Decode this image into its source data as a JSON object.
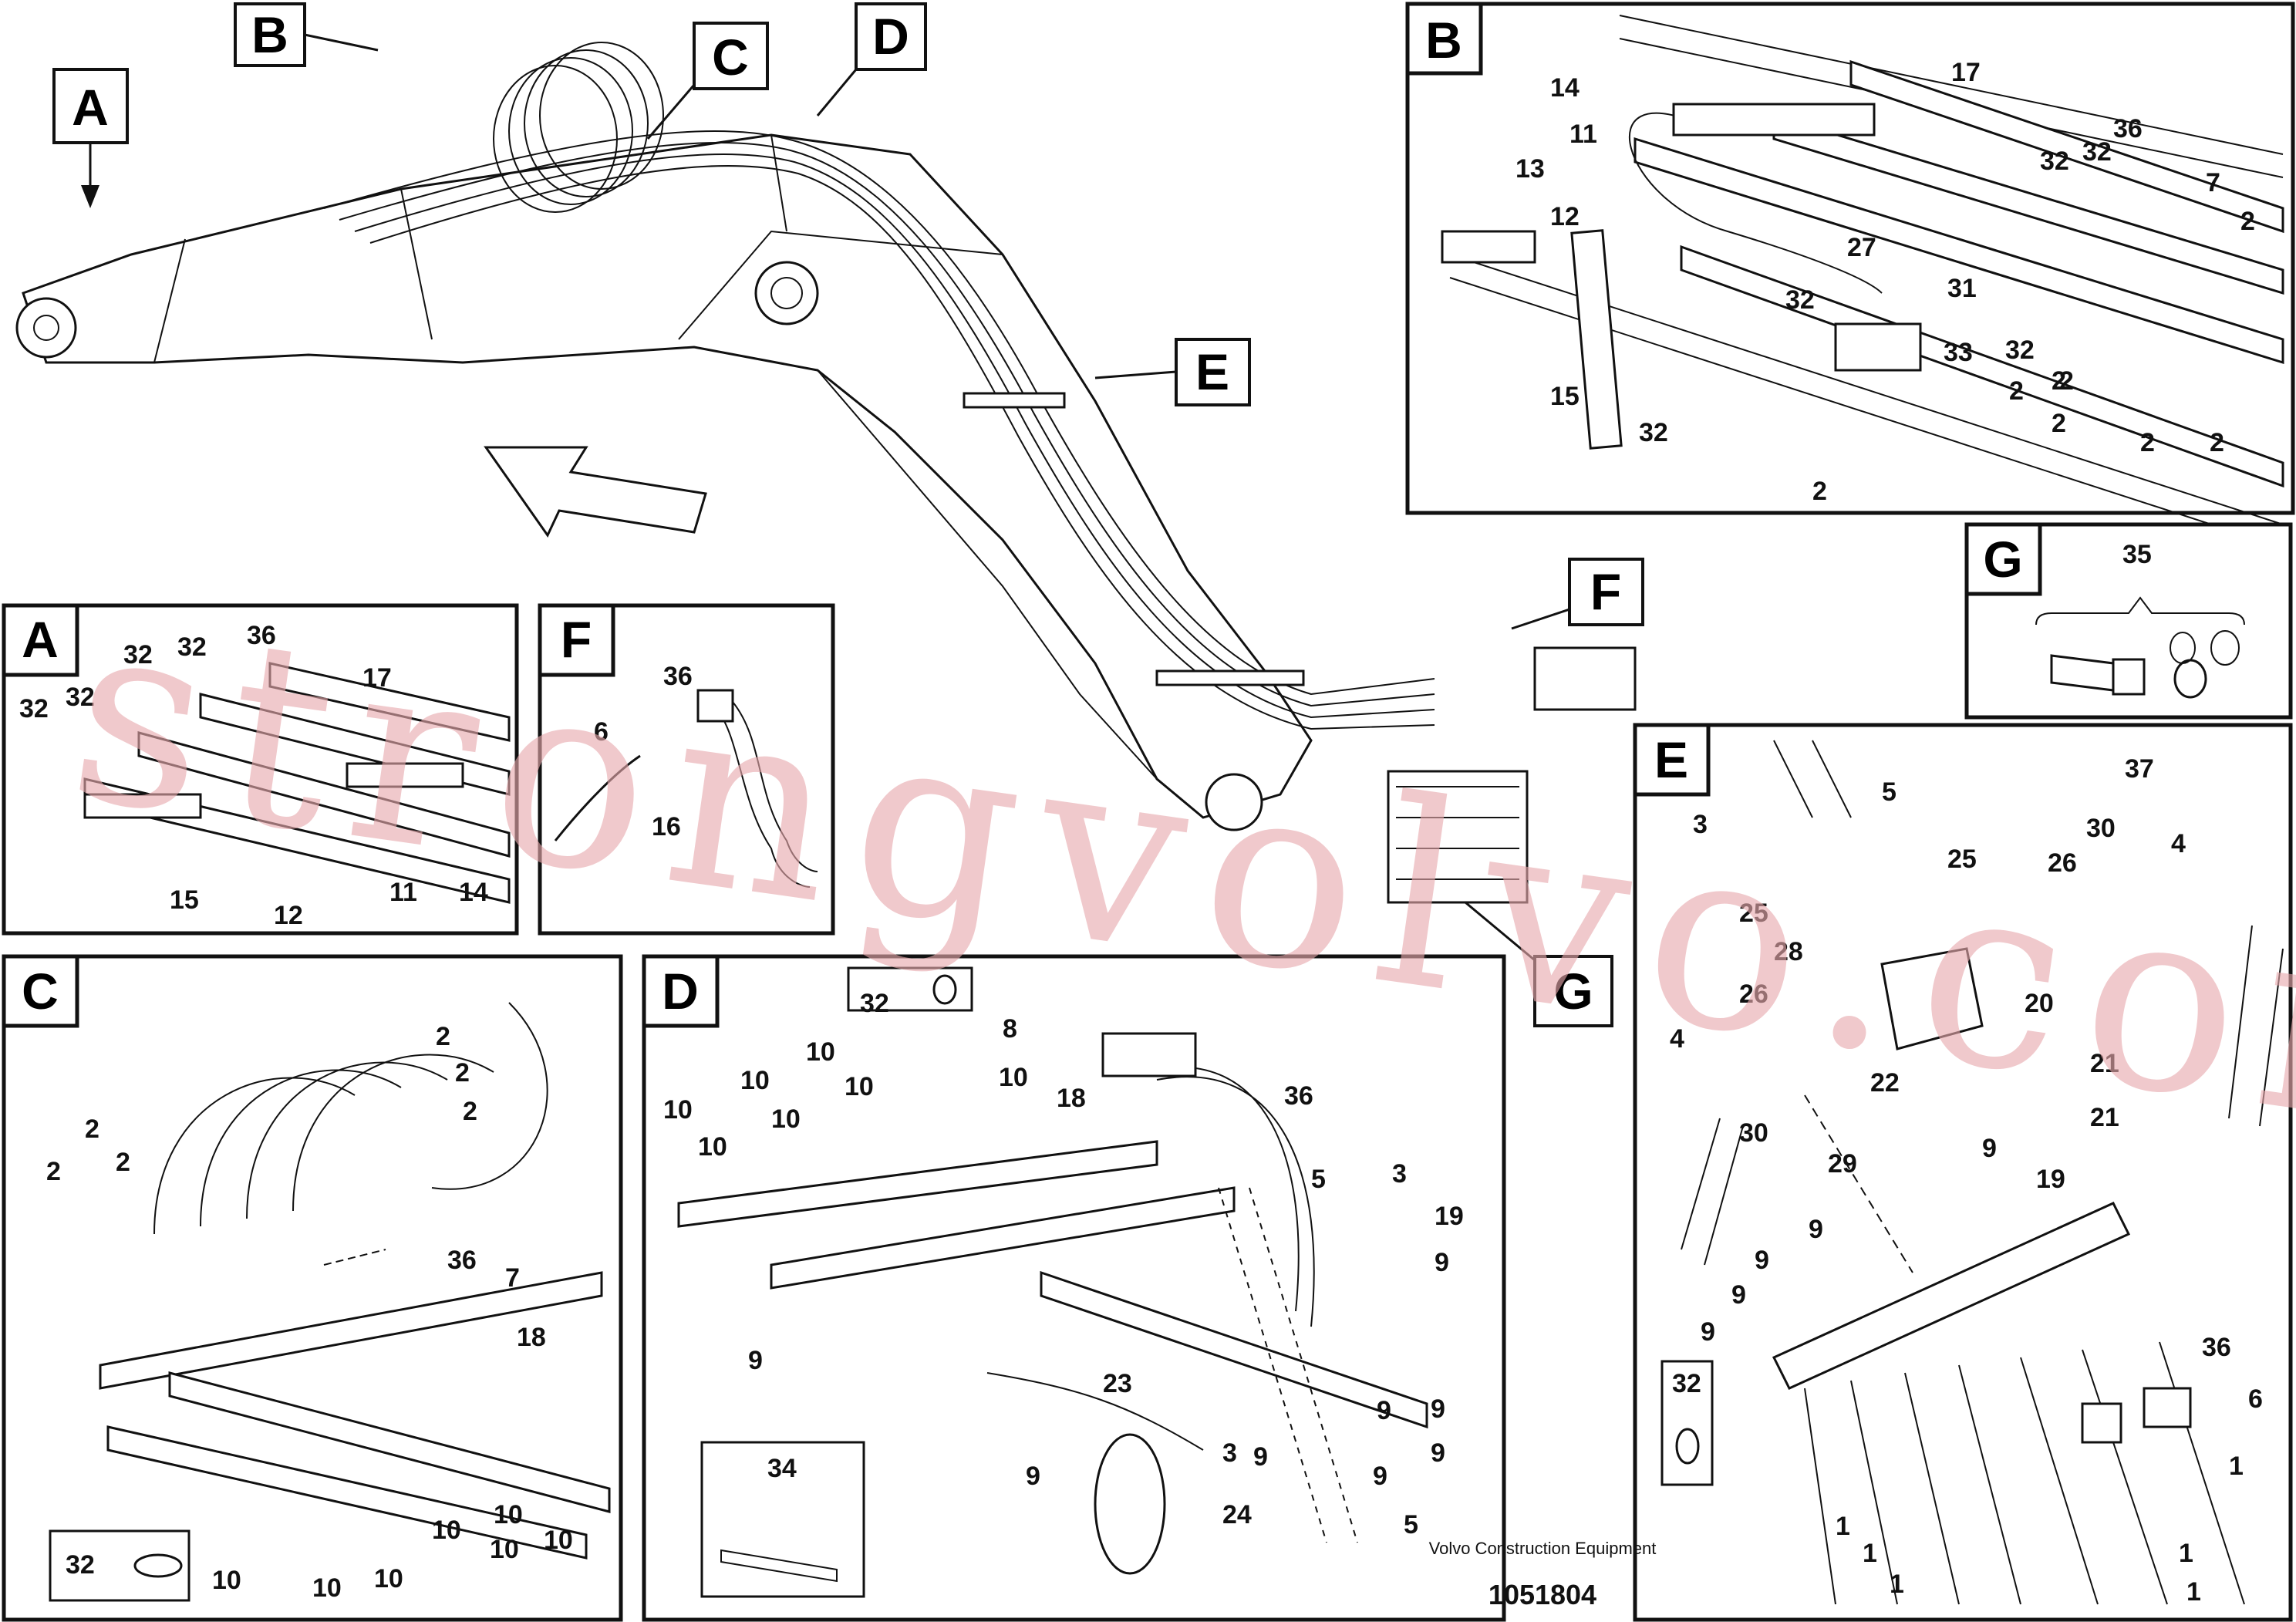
{
  "watermark": "strongvolvo.com",
  "footer": {
    "company": "Volvo Construction Equipment",
    "part_number": "1051804"
  },
  "main_view": {
    "callouts": [
      "A",
      "B",
      "C",
      "D",
      "E",
      "F",
      "G"
    ]
  },
  "panels": {
    "A": {
      "letter": "A",
      "labels": [
        "32",
        "32",
        "32",
        "32",
        "36",
        "17",
        "15",
        "12",
        "11",
        "14"
      ]
    },
    "B": {
      "letter": "B",
      "labels": [
        "14",
        "11",
        "13",
        "17",
        "32",
        "32",
        "36",
        "7",
        "2",
        "12",
        "27",
        "31",
        "32",
        "33",
        "32",
        "2",
        "15",
        "32",
        "2",
        "2",
        "2",
        "2",
        "2",
        "2"
      ]
    },
    "C": {
      "letter": "C",
      "labels": [
        "2",
        "2",
        "2",
        "2",
        "2",
        "2",
        "36",
        "7",
        "18",
        "32",
        "10",
        "10",
        "10",
        "10",
        "10",
        "10",
        "10"
      ]
    },
    "D": {
      "letter": "D",
      "labels": [
        "32",
        "8",
        "10",
        "10",
        "10",
        "10",
        "10",
        "10",
        "10",
        "18",
        "36",
        "5",
        "3",
        "19",
        "9",
        "9",
        "23",
        "9",
        "3",
        "9",
        "9",
        "9",
        "9",
        "9",
        "34",
        "24",
        "5"
      ]
    },
    "E": {
      "letter": "E",
      "labels": [
        "3",
        "5",
        "37",
        "30",
        "25",
        "4",
        "25",
        "26",
        "28",
        "20",
        "26",
        "4",
        "22",
        "21",
        "21",
        "30",
        "29",
        "9",
        "19",
        "9",
        "9",
        "9",
        "9",
        "36",
        "32",
        "6",
        "1",
        "1",
        "1",
        "1",
        "1",
        "1"
      ]
    },
    "F": {
      "letter": "F",
      "labels": [
        "36",
        "6",
        "16"
      ]
    },
    "G": {
      "letter": "G",
      "labels": [
        "35"
      ]
    }
  }
}
